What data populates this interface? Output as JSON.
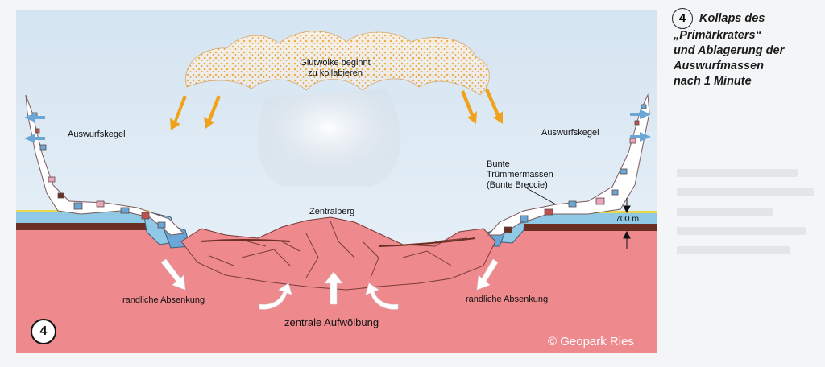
{
  "caption": {
    "step_number": "4",
    "lines": [
      "Kollaps des",
      "„Primärkraters“",
      "und Ablagerung der",
      "Auswurfmassen",
      "nach 1 Minute"
    ]
  },
  "diagram": {
    "step_number": "4",
    "labels": {
      "cloud_line1": "Glutwolke beginnt",
      "cloud_line2": "zu kollabieren",
      "ejecta_cone_left": "Auswurfskegel",
      "ejecta_cone_right": "Auswurfskegel",
      "bunte_line1": "Bunte",
      "bunte_line2": "Trümmermassen",
      "bunte_line3": "(Bunte Breccie)",
      "central_peak": "Zentralberg",
      "thickness": "700 m",
      "subsidence_left": "randliche Absenkung",
      "subsidence_right": "randliche Absenkung",
      "uplift": "zentrale Aufwölbung"
    },
    "copyright": "© Geopark Ries"
  },
  "colors": {
    "sky": "#dce9f3",
    "bedrock": "#ee8a8e",
    "limestone_layer": "#8fc9e6",
    "sediment_dark": "#6a2f22",
    "yellow_layer": "#e9d84a",
    "glow": "#f0a21a",
    "ejecta_blue": "#6aa6d6"
  }
}
